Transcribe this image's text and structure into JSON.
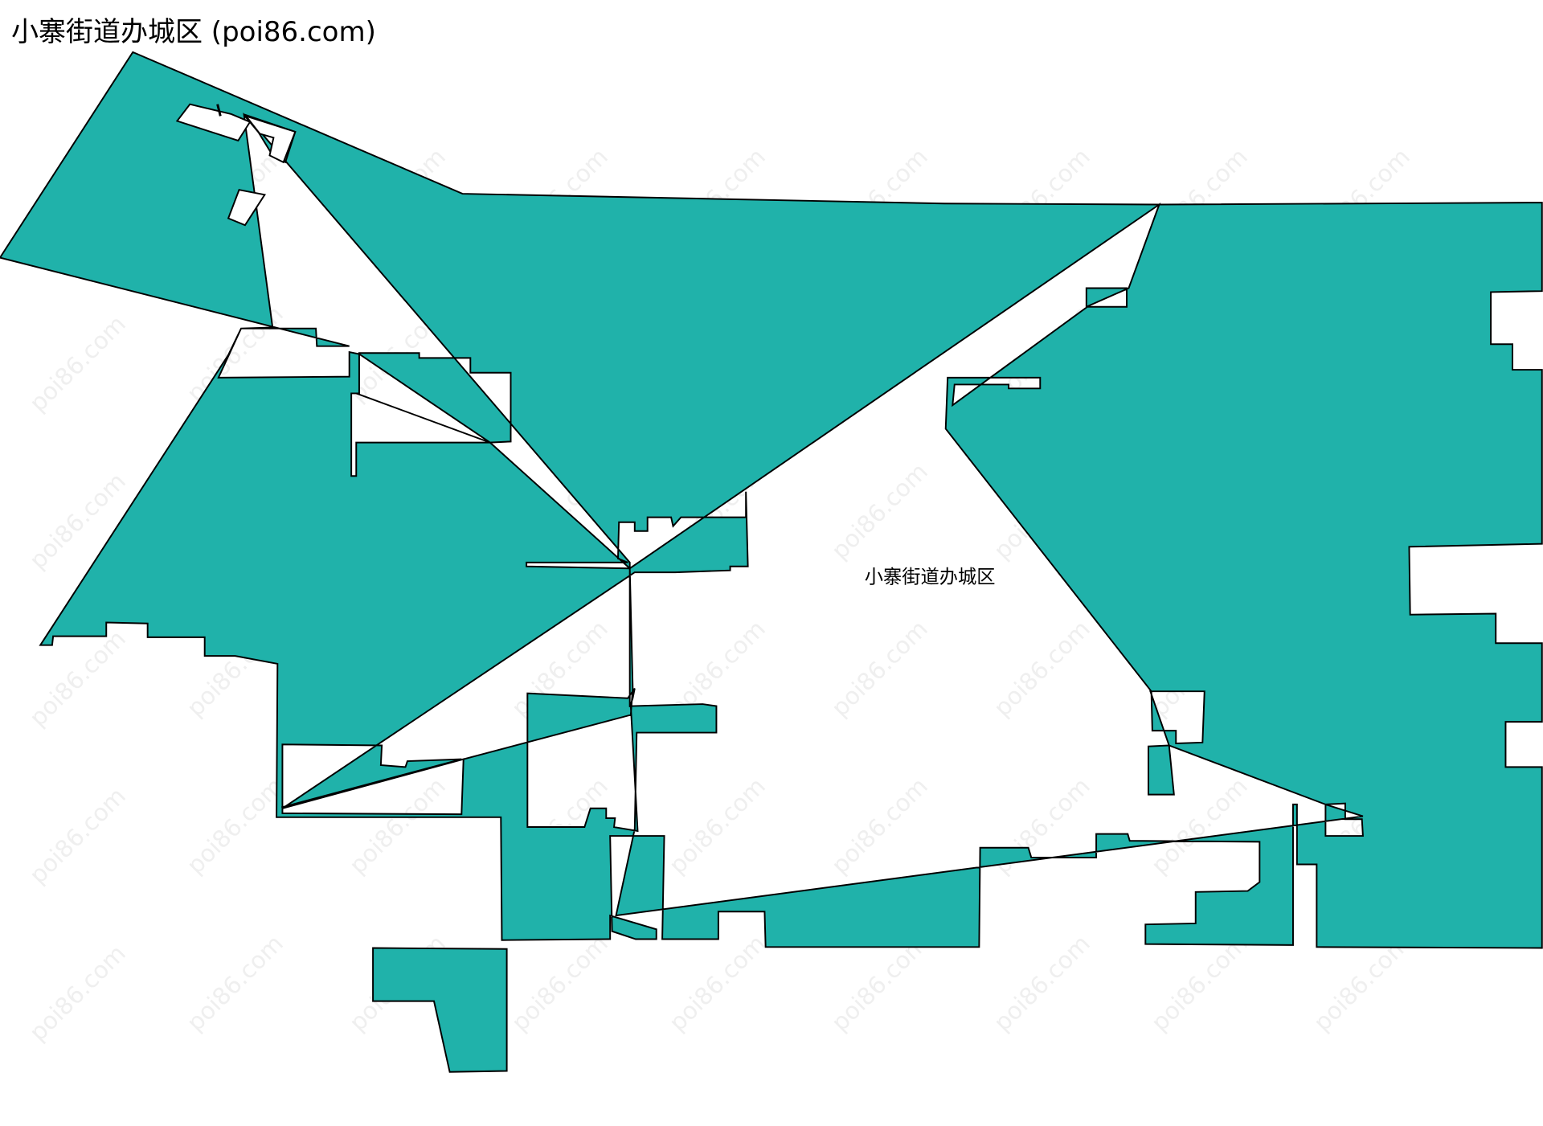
{
  "title": "小寨街道办城区 (poi86.com)",
  "map": {
    "label": "小寨街道办城区",
    "watermark": "poi86.com",
    "fill_color": "#20b2aa",
    "stroke_color": "#000000",
    "background": "#ffffff"
  }
}
